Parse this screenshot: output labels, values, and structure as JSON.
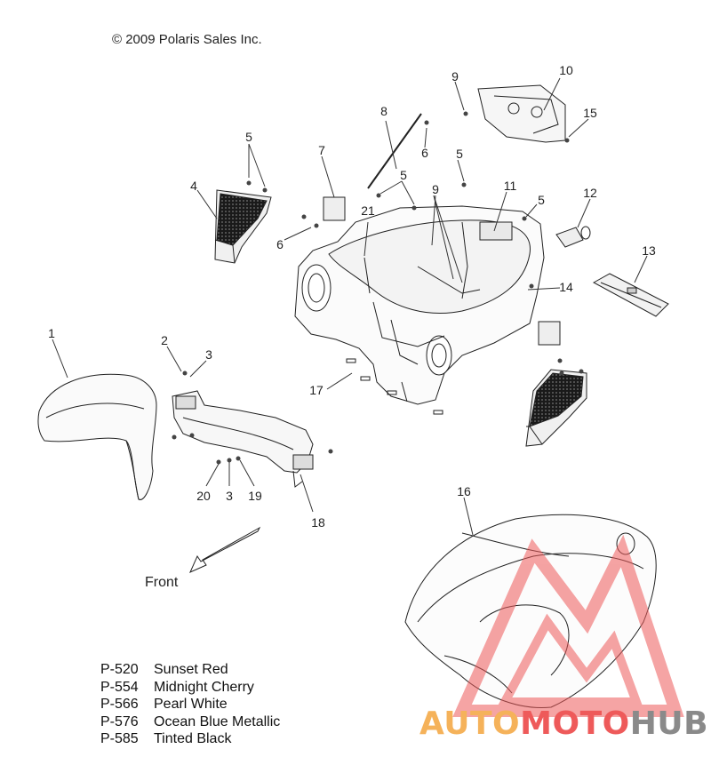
{
  "copyright": "© 2009 Polaris Sales Inc.",
  "front_label": "Front",
  "callouts": [
    {
      "id": "c1",
      "label": "1"
    },
    {
      "id": "c2",
      "label": "2"
    },
    {
      "id": "c3a",
      "label": "3"
    },
    {
      "id": "c3b",
      "label": "3"
    },
    {
      "id": "c4",
      "label": "4"
    },
    {
      "id": "c5a",
      "label": "5"
    },
    {
      "id": "c5b",
      "label": "5"
    },
    {
      "id": "c5c",
      "label": "5"
    },
    {
      "id": "c5d",
      "label": "5"
    },
    {
      "id": "c6a",
      "label": "6"
    },
    {
      "id": "c6b",
      "label": "6"
    },
    {
      "id": "c7",
      "label": "7"
    },
    {
      "id": "c8",
      "label": "8"
    },
    {
      "id": "c9a",
      "label": "9"
    },
    {
      "id": "c9b",
      "label": "9"
    },
    {
      "id": "c10",
      "label": "10"
    },
    {
      "id": "c11",
      "label": "11"
    },
    {
      "id": "c12",
      "label": "12"
    },
    {
      "id": "c13",
      "label": "13"
    },
    {
      "id": "c14",
      "label": "14"
    },
    {
      "id": "c15",
      "label": "15"
    },
    {
      "id": "c16",
      "label": "16"
    },
    {
      "id": "c17",
      "label": "17"
    },
    {
      "id": "c18",
      "label": "18"
    },
    {
      "id": "c19",
      "label": "19"
    },
    {
      "id": "c20",
      "label": "20"
    },
    {
      "id": "c21",
      "label": "21"
    }
  ],
  "legend": [
    {
      "code": "P-520",
      "name": "Sunset Red"
    },
    {
      "code": "P-554",
      "name": "Midnight Cherry"
    },
    {
      "code": "P-566",
      "name": "Pearl White"
    },
    {
      "code": "P-576",
      "name": "Ocean Blue Metallic"
    },
    {
      "code": "P-585",
      "name": "Tinted Black"
    }
  ],
  "watermark": {
    "part1": "AUTO",
    "part2": "MOTO",
    "part3": "HUB",
    "color_orange": "#f5b25a",
    "color_red": "#ee5a5a",
    "color_gray": "#8a8a8a"
  }
}
